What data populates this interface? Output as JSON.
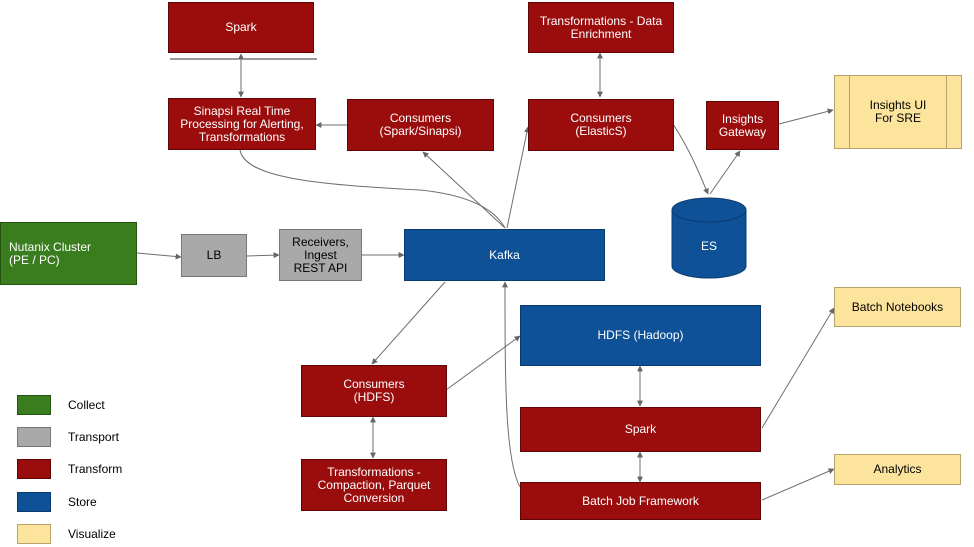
{
  "nodes": {
    "spark_top": "Spark",
    "sinapsi": "Sinapsi Real Time\nProcessing for Alerting,\nTransformations",
    "consumers_spark": "Consumers\n(Spark/Sinapsi)",
    "transformations_enrich": "Transformations - Data\nEnrichment",
    "consumers_es": "Consumers\n(ElasticS)",
    "insights_gateway": "Insights\nGateway",
    "insights_ui": "Insights UI\nFor SRE",
    "nutanix": "Nutanix Cluster\n(PE / PC)",
    "lb": "LB",
    "receivers": "Receivers,\nIngest\nREST API",
    "kafka": "Kafka",
    "es": "ES",
    "hdfs": "HDFS (Hadoop)",
    "batch_notebooks": "Batch Notebooks",
    "consumers_hdfs": "Consumers\n(HDFS)",
    "spark_bottom": "Spark",
    "analytics": "Analytics",
    "transformations_compaction": "Transformations -\nCompaction, Parquet\nConversion",
    "batch_job": "Batch Job Framework"
  },
  "legend": [
    {
      "label": "Collect",
      "color": "#3a7d1f"
    },
    {
      "label": "Transport",
      "color": "#a9a9a9"
    },
    {
      "label": "Transform",
      "color": "#9b0d0d"
    },
    {
      "label": "Store",
      "color": "#0e5197"
    },
    {
      "label": "Visualize",
      "color": "#fde49c"
    }
  ],
  "colors": {
    "transform": "#9b0d0d",
    "store": "#0e5197",
    "collect": "#3a7d1f",
    "transport": "#a9a9a9",
    "visualize": "#fde49c",
    "connector": "#666666"
  }
}
